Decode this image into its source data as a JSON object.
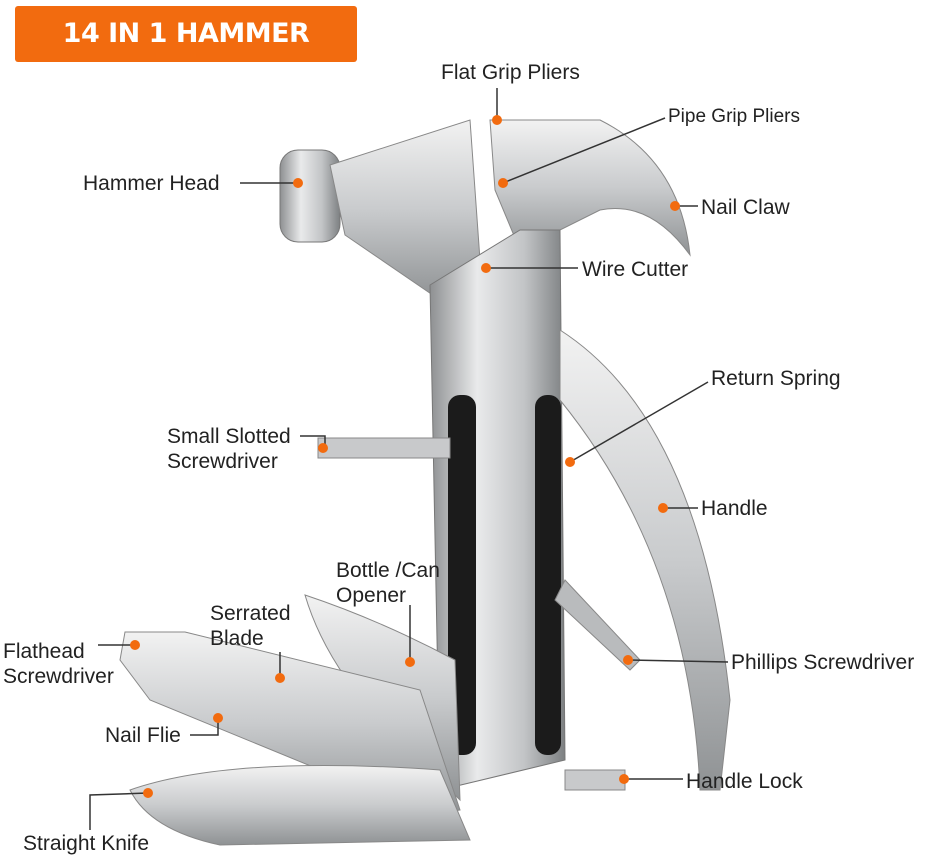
{
  "title": "14 IN 1 HAMMER TOOLS",
  "accent_color": "#f26b0f",
  "labels": {
    "flat_grip_pliers": "Flat Grip Pliers",
    "pipe_grip_pliers": "Pipe Grip Pliers",
    "hammer_head": "Hammer Head",
    "nail_claw": "Nail Claw",
    "wire_cutter": "Wire Cutter",
    "return_spring": "Return Spring",
    "small_slotted_screwdriver": [
      "Small Slotted",
      "Screwdriver"
    ],
    "handle": "Handle",
    "bottle_can_opener": [
      "Bottle /Can",
      "Opener"
    ],
    "serrated_blade": [
      "Serrated",
      "Blade"
    ],
    "flathead_screwdriver": [
      "Flathead",
      "Screwdriver"
    ],
    "phillips_screwdriver": "Phillips Screwdriver",
    "nail_flie": "Nail Flie",
    "handle_lock": "Handle Lock",
    "straight_knife": "Straight Knife"
  }
}
